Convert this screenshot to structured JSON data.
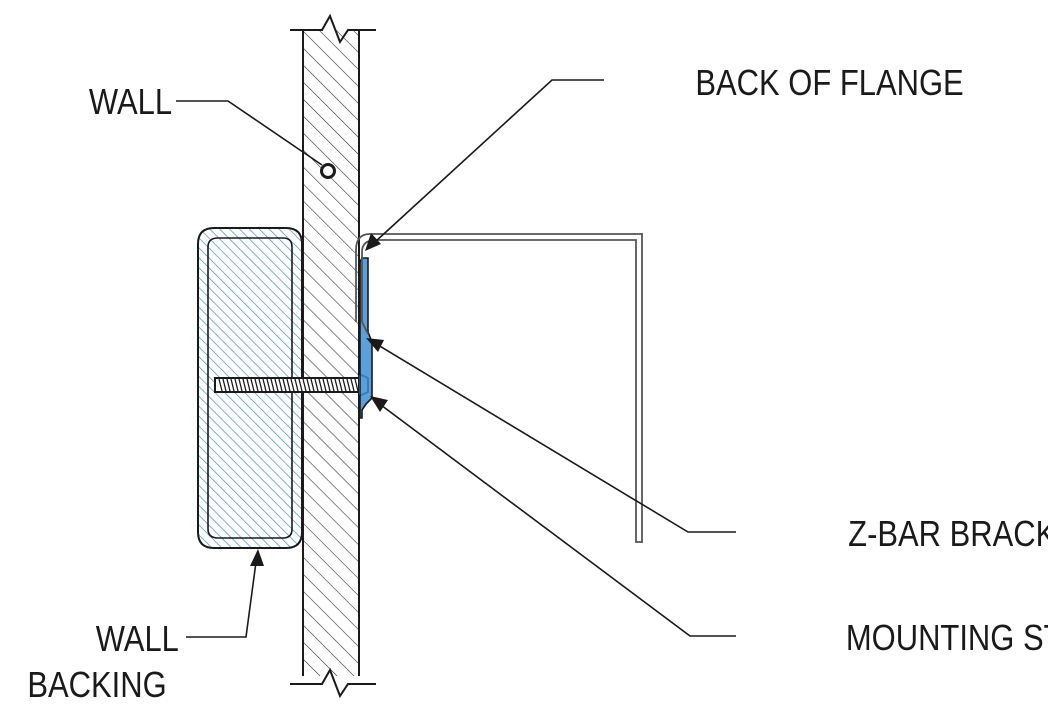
{
  "labels": {
    "wall": "WALL",
    "back_of_flange": "BACK OF FLANGE",
    "z_bar_bracket": "Z-BAR BRACKET",
    "mounting_stud": "MOUNTING STUD",
    "wall_backing_line1": "WALL",
    "wall_backing_line2": "BACKING"
  },
  "colors": {
    "line": "#1a1a1a",
    "backing_hatch": "#3d8fd6",
    "wall_hatch": "#333333"
  }
}
